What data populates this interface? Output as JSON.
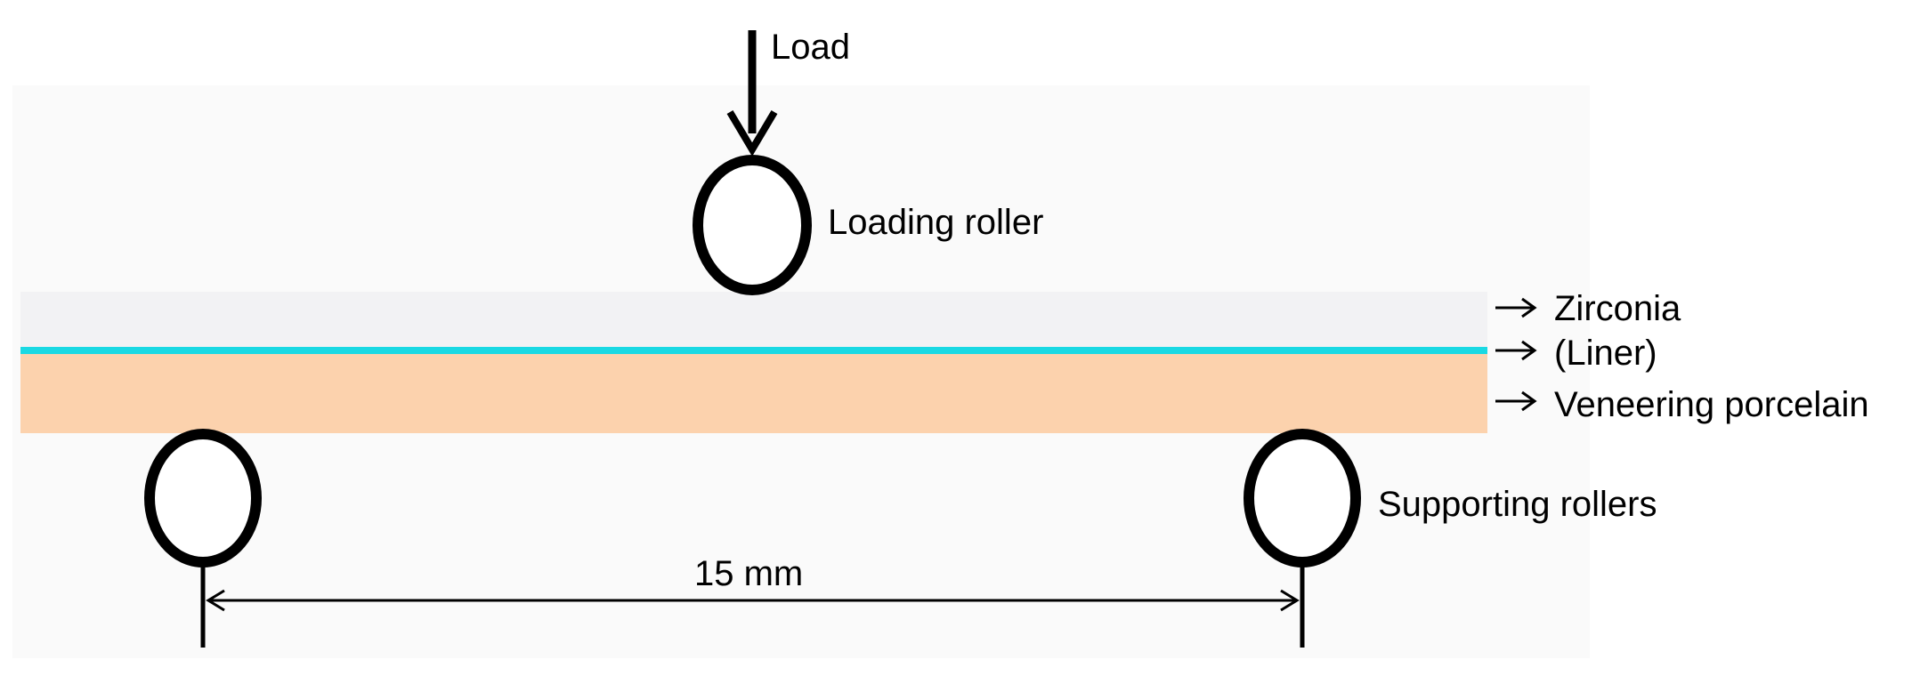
{
  "labels": {
    "load": "Load",
    "loading_roller": "Loading roller",
    "layer_zirconia": "Zirconia",
    "layer_liner": "(Liner)",
    "layer_veneering": "Veneering porcelain",
    "supporting_rollers": "Supporting rollers",
    "span": "15 mm"
  },
  "layer_arrow_glyph": "→",
  "colors": {
    "background_panel": "#fafafa",
    "zirconia": "#f2f2f4",
    "liner": "#1ad9e3",
    "veneering_porcelain": "#fcd2ad",
    "roller_stroke": "#000000"
  }
}
